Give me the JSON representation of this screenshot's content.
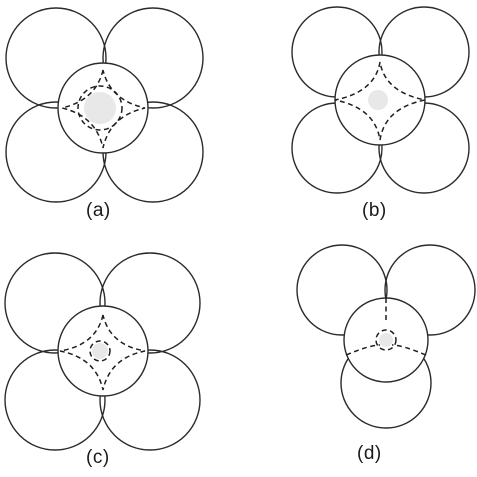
{
  "panels": [
    {
      "id": "a",
      "label": "(a)"
    },
    {
      "id": "b",
      "label": "(b)"
    },
    {
      "id": "c",
      "label": "(c)"
    },
    {
      "id": "d",
      "label": "(d)"
    }
  ],
  "colors": {
    "line": "#2b2b2b",
    "dash": "#1f1f1f",
    "stipple": "#bdbdbd"
  }
}
